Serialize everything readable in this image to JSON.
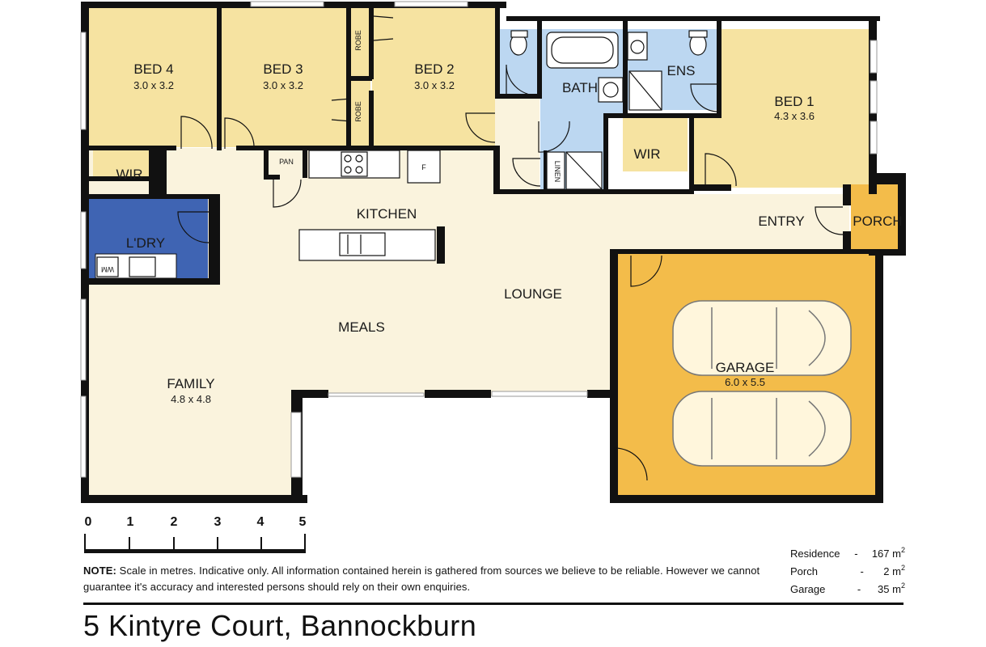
{
  "rooms": {
    "bed4": {
      "name": "BED 4",
      "dims": "3.0 x 3.2"
    },
    "bed3": {
      "name": "BED 3",
      "dims": "3.0 x 3.2"
    },
    "bed2": {
      "name": "BED 2",
      "dims": "3.0 x 3.2"
    },
    "bed1": {
      "name": "BED 1",
      "dims": "4.3 x 3.6"
    },
    "bath": {
      "name": "BATH"
    },
    "ens": {
      "name": "ENS"
    },
    "wir_master": {
      "name": "WIR"
    },
    "wir_bed4": {
      "name": "WIR"
    },
    "robe_upper": {
      "name": "ROBE"
    },
    "robe_lower": {
      "name": "ROBE"
    },
    "linen": {
      "name": "LINEN"
    },
    "pan": {
      "name": "PAN"
    },
    "fridge": {
      "name": "F"
    },
    "kitchen": {
      "name": "KITCHEN"
    },
    "laundry": {
      "name": "L'DRY"
    },
    "wm": {
      "name": "WM"
    },
    "entry": {
      "name": "ENTRY"
    },
    "porch": {
      "name": "PORCH"
    },
    "lounge": {
      "name": "LOUNGE"
    },
    "meals": {
      "name": "MEALS"
    },
    "family": {
      "name": "FAMILY",
      "dims": "4.8 x 4.8"
    },
    "garage": {
      "name": "GARAGE",
      "dims": "6.0 x 5.5"
    }
  },
  "colors": {
    "bedroom": "#f6e3a1",
    "living": "#faf3dd",
    "wet": "#bcd7f1",
    "laundry": "#3f64b3",
    "garage": "#f3bc4a",
    "wall": "#111111"
  },
  "scale": {
    "ticks": [
      "0",
      "1",
      "2",
      "3",
      "4",
      "5"
    ],
    "unit": "metres"
  },
  "note": {
    "bold": "NOTE:",
    "text": "Scale in metres. Indicative only. All information contained herein is gathered from sources we believe to be reliable. However we cannot guarantee it's accuracy and interested persons should rely on their own enquiries."
  },
  "areas": [
    {
      "name": "Residence",
      "value": "167"
    },
    {
      "name": "Porch",
      "value": "2"
    },
    {
      "name": "Garage",
      "value": "35"
    }
  ],
  "area_unit": "m",
  "address": "5 Kintyre Court, Bannockburn"
}
